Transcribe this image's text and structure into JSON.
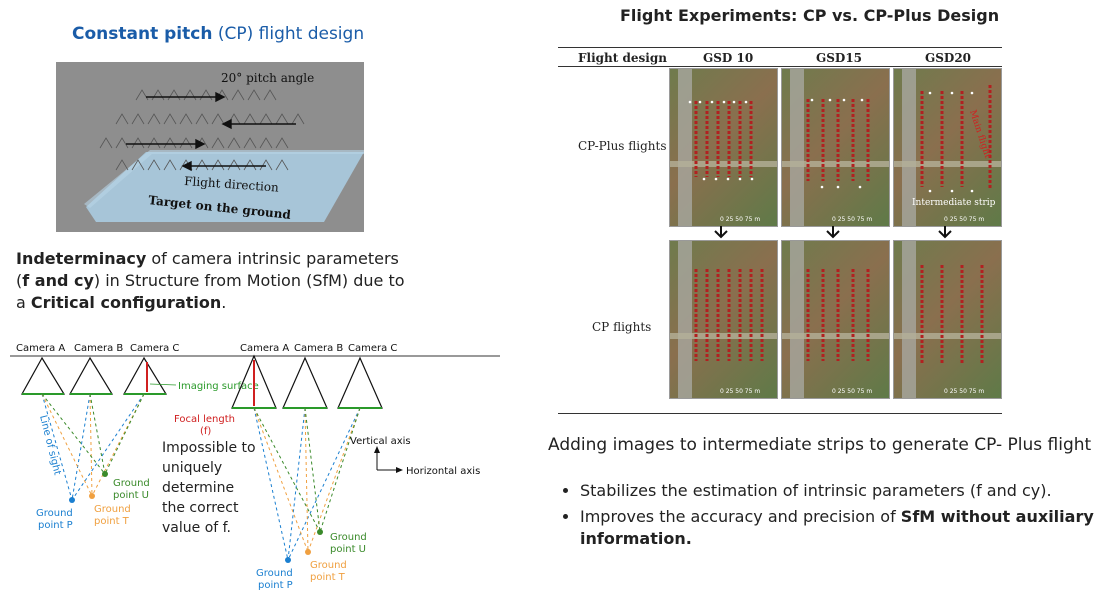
{
  "left": {
    "title_bold": "Constant pitch",
    "title_rest": " (CP) flight design",
    "diagram_pitch": "20° pitch angle",
    "diagram_direction": "Flight direction",
    "diagram_target": "Target on the ground",
    "para": {
      "b1": "Indeterminacy",
      "t1": " of camera intrinsic parameters (",
      "b2": "f and cy",
      "t2": ") in Structure from Motion (SfM) due to a ",
      "b3": "Critical configuration",
      "t3": "."
    },
    "cameras_left": [
      "Camera A",
      "Camera B",
      "Camera C"
    ],
    "cameras_right": [
      "Camera A",
      "Camera B",
      "Camera C"
    ],
    "imaging_surface": "Imaging surface",
    "focal_length": "Focal length",
    "focal_symbol": "(f)",
    "line_of_sight": "Line of sight",
    "ground_u": [
      "Ground",
      "point U"
    ],
    "ground_t": [
      "Ground",
      "point T"
    ],
    "ground_p": [
      "Ground",
      "point P"
    ],
    "impossible": [
      "Impossible to",
      "uniquely",
      "determine",
      "the correct",
      "value of f."
    ],
    "vertical_axis": "Vertical axis",
    "horizontal_axis": "Horizontal axis"
  },
  "right": {
    "title": "Flight Experiments: CP vs. CP-Plus Design",
    "col_header": "Flight design",
    "gsd": [
      "GSD 10",
      "GSD15",
      "GSD20"
    ],
    "row_cpplus": "CP-Plus flights",
    "row_cp": "CP flights",
    "main_flight": "Main flight",
    "intermediate_strip": "Intermediate strip",
    "scale": "0  25  50   75 m",
    "caption": "Adding images to intermediate strips to generate CP- Plus flight",
    "bullet1": "Stabilizes the estimation of intrinsic parameters (f and cy).",
    "bullet2_text": "Improves the accuracy and precision of ",
    "bullet2_bold": "SfM without auxiliary information."
  },
  "colors": {
    "title_blue": "#1a5ca8",
    "strip_red": "#b22020",
    "green_text": "#2a9a2a",
    "red_text": "#d02020",
    "blue_point": "#1a7fd0",
    "orange_point": "#f0a040",
    "green_point": "#3a8a2a"
  }
}
